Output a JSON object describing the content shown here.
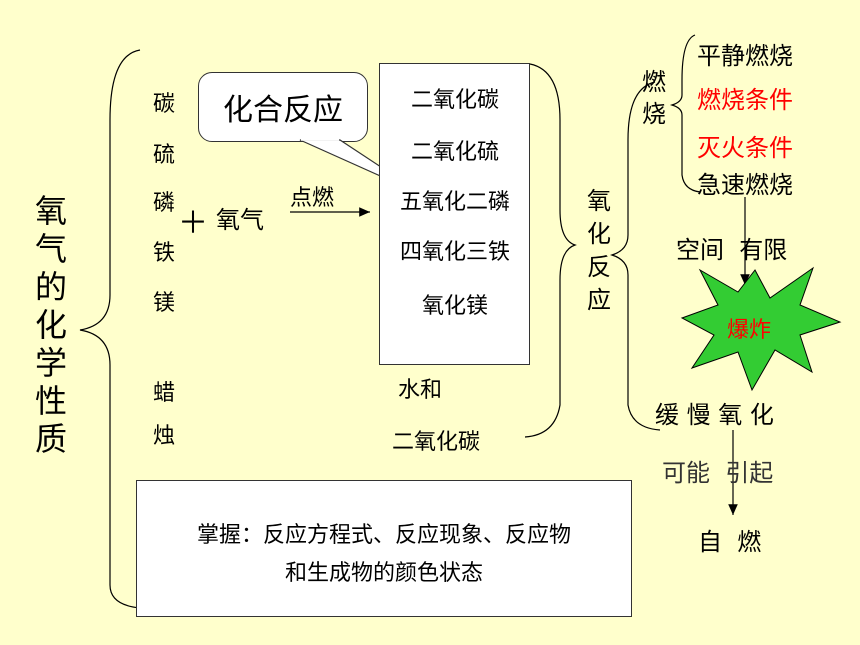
{
  "title": [
    "氧",
    "气",
    "的",
    "化",
    "学",
    "性",
    "质"
  ],
  "elements_group1": [
    "碳",
    "硫",
    "磷",
    "铁",
    "镁"
  ],
  "elements_group2": [
    "蜡",
    "烛"
  ],
  "plus": "＋",
  "oxygen": "氧气",
  "condition": "点燃",
  "callout": "化合反应",
  "products": [
    "二氧化碳",
    "二氧化硫",
    "五氧化二磷",
    "四氧化三铁",
    "氧化镁"
  ],
  "candle_products": [
    "水和",
    "二氧化碳"
  ],
  "oxidation": [
    "氧",
    "化",
    "反",
    "应"
  ],
  "combustion": [
    "燃",
    "烧"
  ],
  "combustion_items": {
    "calm": "平静燃烧",
    "condition": "燃烧条件",
    "extinguish": "灭火条件",
    "rapid": "急速燃烧"
  },
  "space_limited": "空间  有限",
  "explosion": "爆炸",
  "slow_oxidation": "缓 慢 氧 化",
  "may_cause": "可能  引起",
  "spontaneous": "自  燃",
  "summary": [
    "掌握：反应方程式、反应现象、反应物",
    "和生成物的颜色状态"
  ],
  "colors": {
    "background": "#FFFFCC",
    "highlight": "#FF0000",
    "explosion_fill": "#33CC33"
  }
}
